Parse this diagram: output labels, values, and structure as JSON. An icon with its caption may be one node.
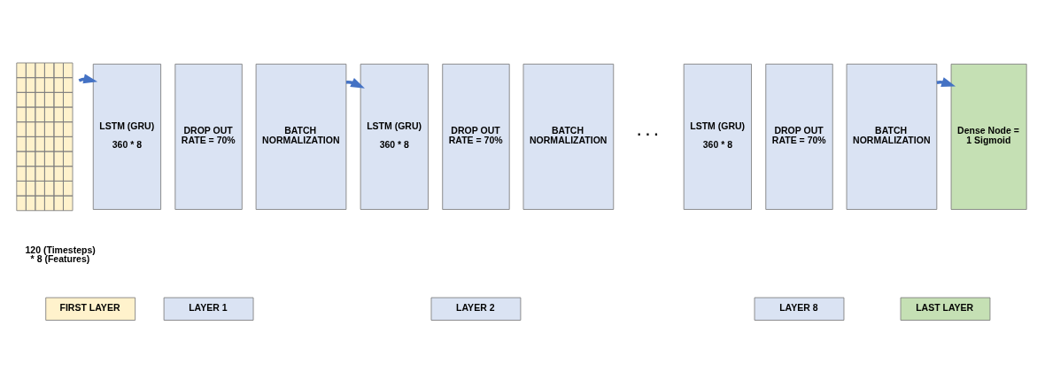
{
  "diagram": {
    "nodes": [
      {
        "text": [],
        "shape": "grid"
      },
      {
        "text": [
          "LSTM (GRU)",
          "360 * 8"
        ]
      },
      {
        "text": [
          "DROP OUT RATE = 70%"
        ]
      },
      {
        "text": [
          "BATCH NORMALIZATION"
        ]
      },
      {
        "text": [
          "LSTM (GRU)",
          "360 * 8"
        ]
      },
      {
        "text": [
          "DROP OUT RATE = 70%"
        ]
      },
      {
        "text": [
          "BATCH NORMALIZATION"
        ]
      },
      {
        "text": [
          "LSTM (GRU)",
          "360 * 8"
        ]
      },
      {
        "text": [
          "DROP OUT RATE = 70%"
        ]
      },
      {
        "text": [
          "BATCH NORMALIZATION"
        ]
      },
      {
        "text": [
          "Dense Node = 1 Sigmoid"
        ]
      },
      {
        "text": [
          "FIRST LAYER"
        ]
      },
      {
        "text": [
          "LAYER 1"
        ]
      },
      {
        "text": [
          "LAYER 2"
        ]
      },
      {
        "text": [
          "LAYER 8"
        ]
      },
      {
        "text": [
          "LAST LAYER"
        ]
      }
    ],
    "edges": [
      {
        "from": 0,
        "to": 1,
        "arrow": "to"
      },
      {
        "from": 3,
        "to": 4,
        "arrow": "to"
      },
      {
        "from": 9,
        "to": 10,
        "arrow": "to"
      }
    ],
    "labels": [
      "120 (Timesteps) * 8 (Features)",
      "· · ·"
    ]
  }
}
